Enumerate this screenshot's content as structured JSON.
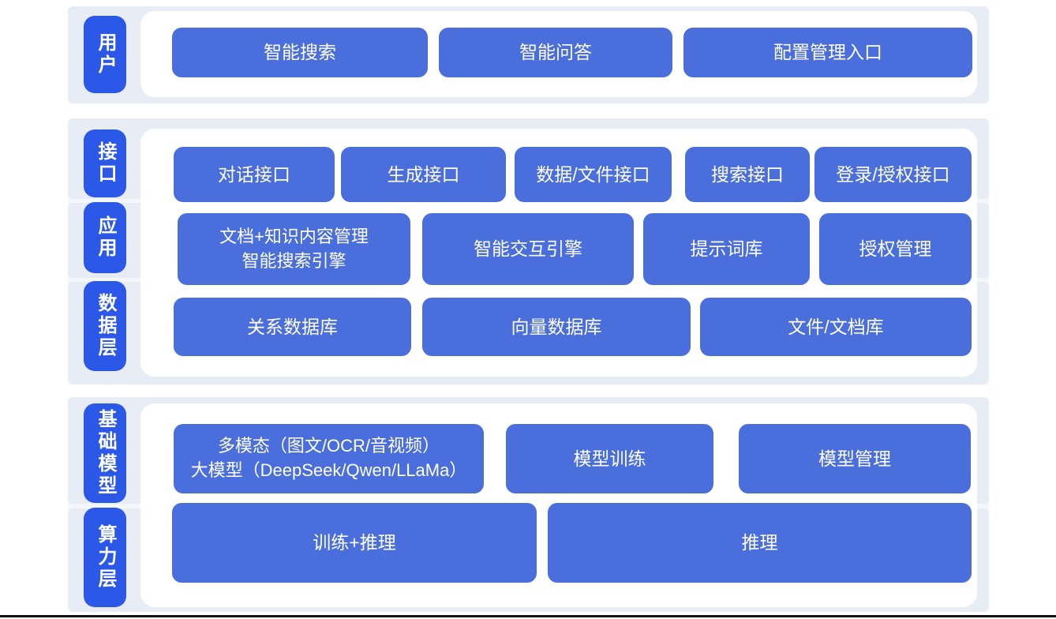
{
  "colors": {
    "band_background": "#e8edf5",
    "section_backing": "#f3f6fa",
    "layer_pill_blue": "#2b58e7",
    "node_button_blue": "#4a6edb",
    "panel_white": "#ffffff",
    "text_white": "#ffffff",
    "bottom_rule_black": "#111111"
  },
  "layers": {
    "user": {
      "label": "用户",
      "buttons": [
        "智能搜索",
        "智能问答",
        "配置管理入口"
      ]
    },
    "interface": {
      "label": "接口",
      "buttons": [
        "对话接口",
        "生成接口",
        "数据/文件接口",
        "搜索接口",
        "登录/授权接口"
      ]
    },
    "application": {
      "label": "应用",
      "buttons": [
        "文档+知识内容管理\n智能搜索引擎",
        "智能交互引擎",
        "提示词库",
        "授权管理"
      ]
    },
    "data_layer": {
      "label": "数据层",
      "buttons": [
        "关系数据库",
        "向量数据库",
        "文件/文档库"
      ]
    },
    "foundation_model": {
      "label": "基础模型",
      "buttons": [
        "多模态（图文/OCR/音视频）\n大模型（DeepSeek/Qwen/LLaMa）",
        "模型训练",
        "模型管理"
      ]
    },
    "compute": {
      "label": "算力层",
      "buttons": [
        "训练+推理",
        "推理"
      ]
    }
  }
}
